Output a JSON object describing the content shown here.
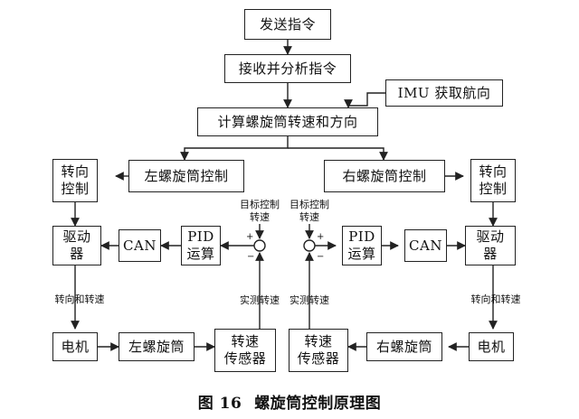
{
  "boxes": {
    "send_command": "发送指令",
    "receive_parse": "接收并分析指令",
    "imu_heading": "IMU 获取航向",
    "compute_speed_direction": "计算螺旋筒转速和方向",
    "left_turn": "转向\n控制",
    "left_screw_control": "左螺旋筒控制",
    "right_screw_control": "右螺旋筒控制",
    "right_turn": "转向\n控制",
    "left_driver": "驱动\n器",
    "left_can": "CAN",
    "left_pid": "PID\n运算",
    "right_pid": "PID\n运算",
    "right_can": "CAN",
    "right_driver": "驱动\n器",
    "left_motor": "电机",
    "left_screw": "左螺旋筒",
    "left_speed_sensor": "转速\n传感器",
    "right_speed_sensor": "转速\n传感器",
    "right_screw": "右螺旋筒",
    "right_motor": "电机"
  },
  "labels": {
    "left_target_speed": "目标控制\n转速",
    "right_target_speed": "目标控制\n转速",
    "left_turn_and_speed": "转向和转速",
    "right_turn_and_speed": "转向和转速",
    "left_measured_speed": "实测转速",
    "right_measured_speed": "实测转速",
    "plus": "+",
    "minus": "−"
  },
  "caption": {
    "number": "图 16",
    "title": "螺旋筒控制原理图"
  }
}
